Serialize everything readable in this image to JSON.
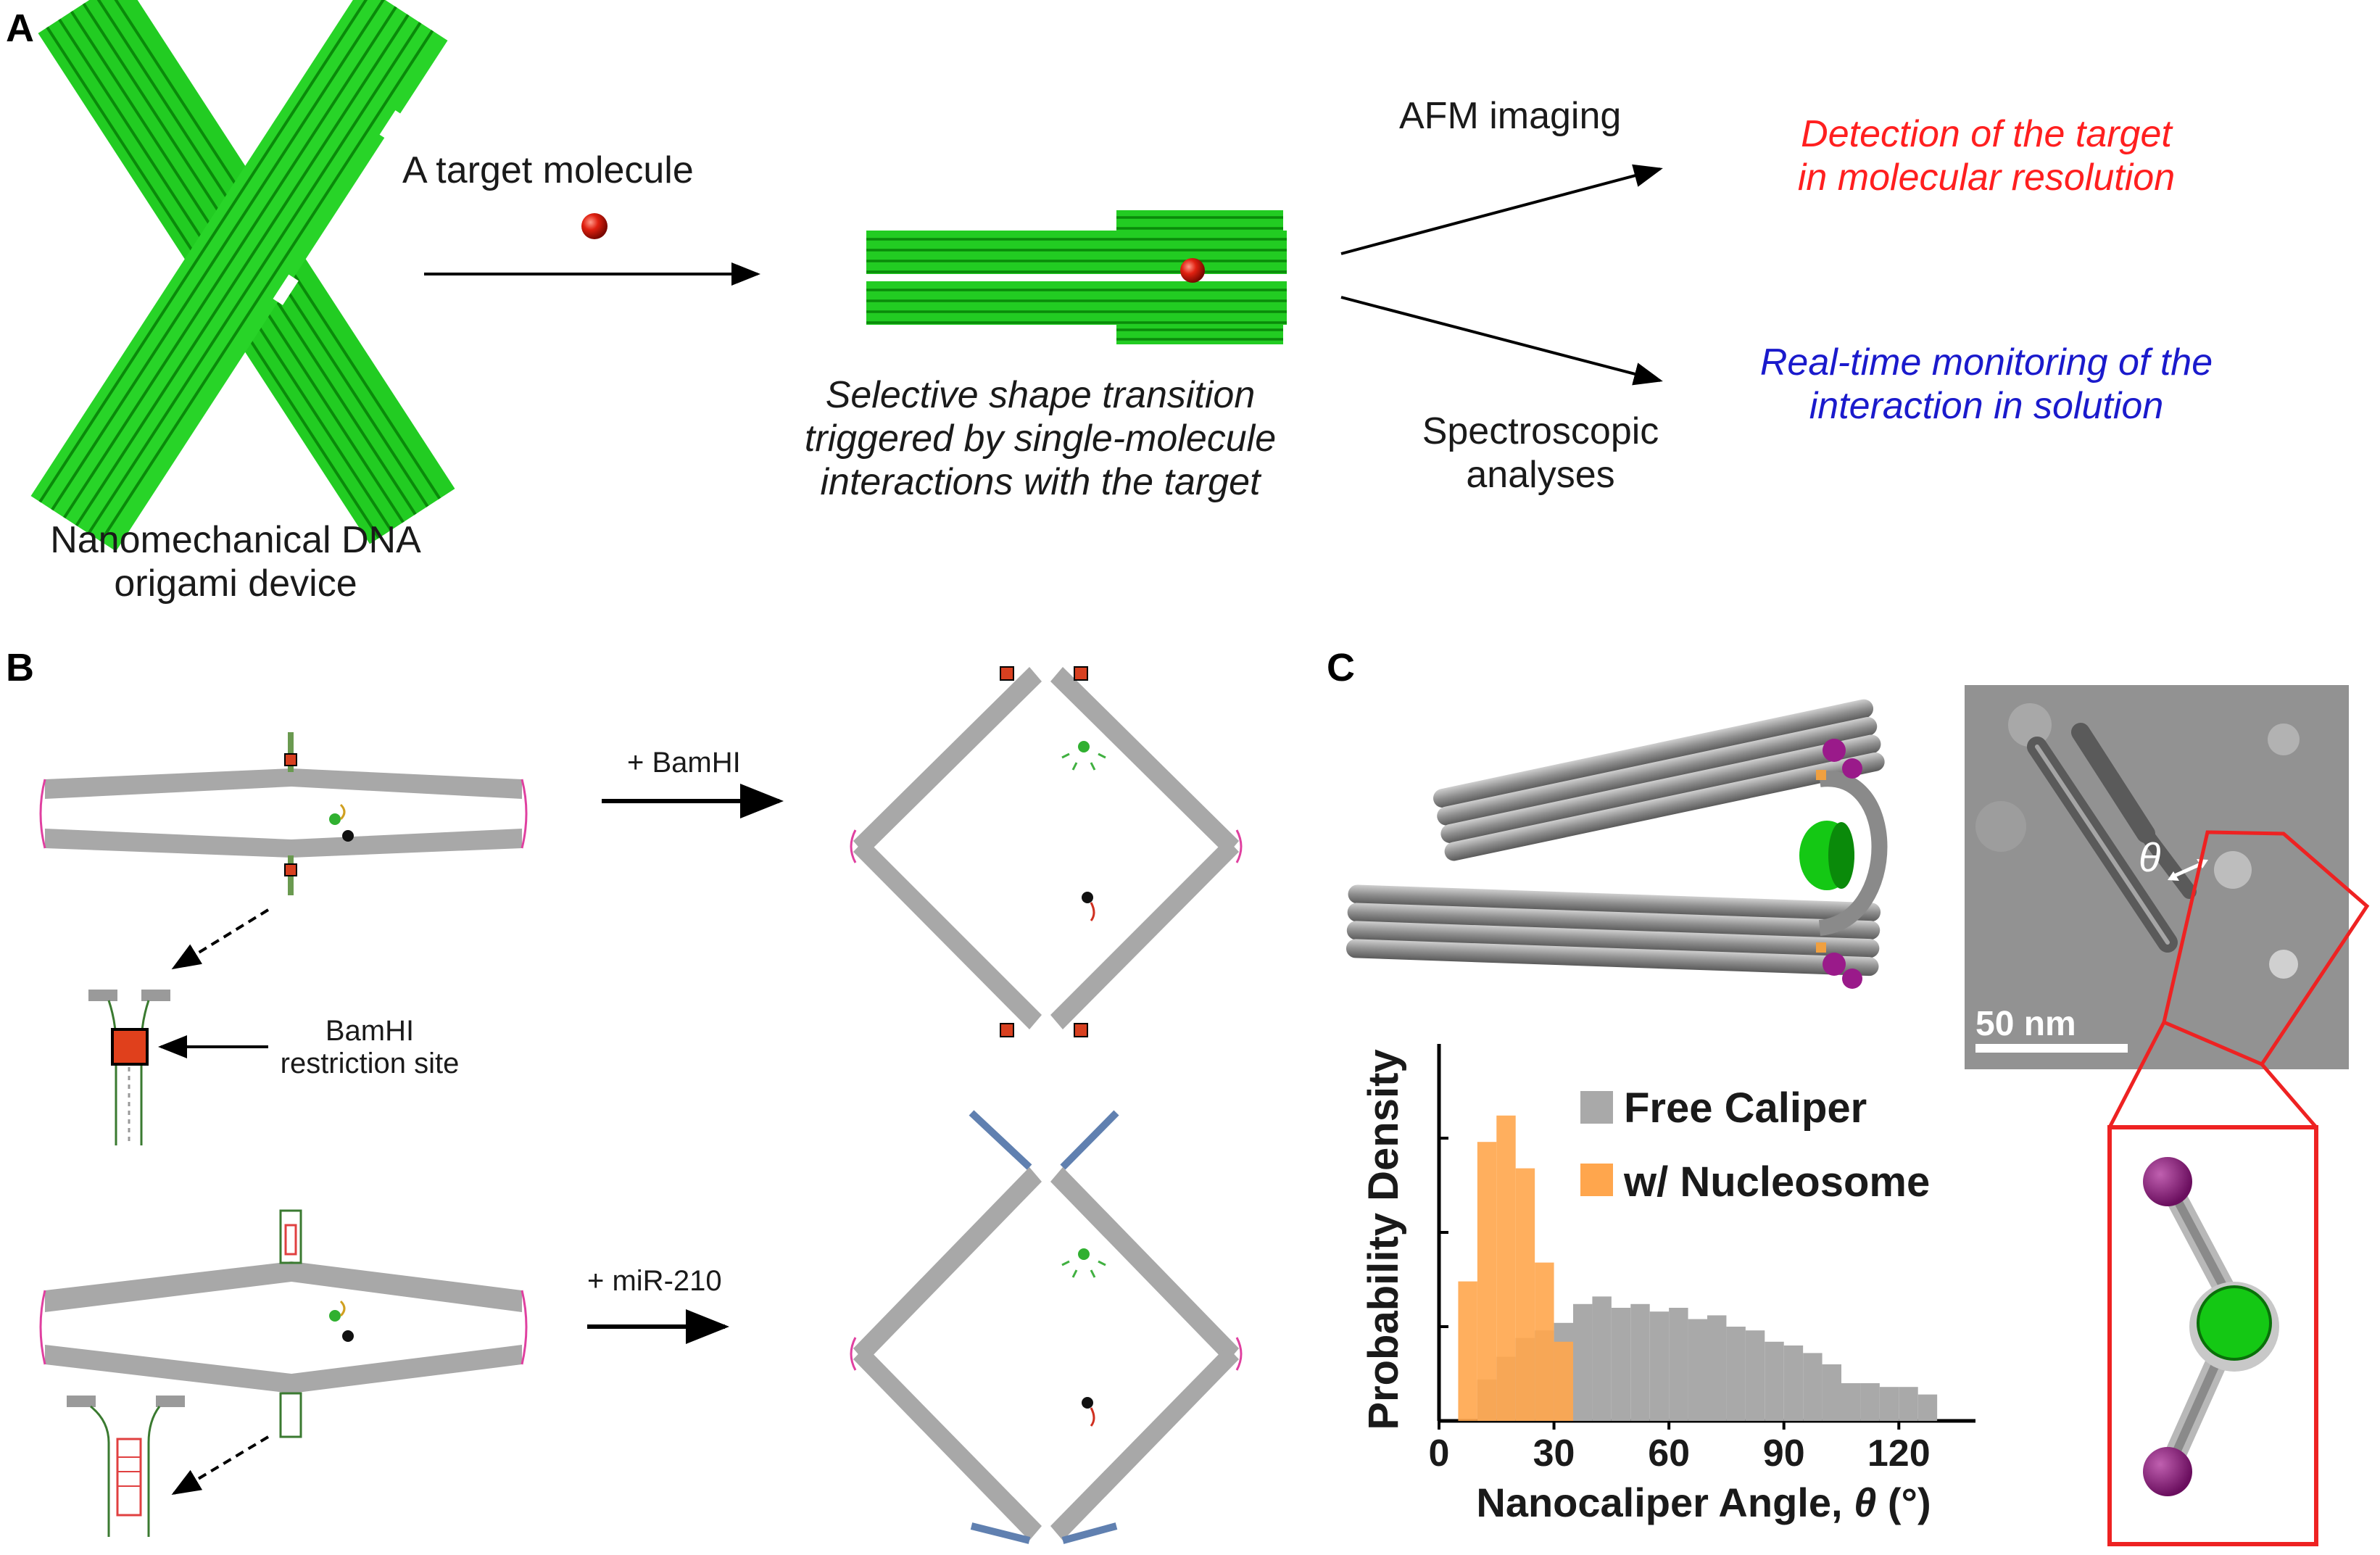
{
  "panels": {
    "a": "A",
    "b": "B",
    "c": "C"
  },
  "panel_a": {
    "device_label_line1": "Nanomechanical DNA",
    "device_label_line2": "origami device",
    "target_label": "A target molecule",
    "transition_line1": "Selective shape transition",
    "transition_line2": "triggered by single-molecule",
    "transition_line3": "interactions with the target",
    "afm_label": "AFM imaging",
    "spectro_line1": "Spectroscopic",
    "spectro_line2": "analyses",
    "detection_line1": "Detection of the target",
    "detection_line2": "in molecular resolution",
    "realtime_line1": "Real-time monitoring of the",
    "realtime_line2": "interaction in solution"
  },
  "panel_b": {
    "bamhi_arrow_label": "+ BamHI",
    "site_line1": "BamHI",
    "site_line2": "restriction site",
    "mir_arrow_label": "+ miR-210"
  },
  "panel_c": {
    "theta_symbol": "θ",
    "scale_bar": "50 nm",
    "colors": {
      "free": "#a9a9a9",
      "nucleosome": "#ffa64d",
      "frame": "#ee2222"
    }
  },
  "chart_data": {
    "type": "bar",
    "ylabel": "Probability Density",
    "xlabel_prefix": "Nanocaliper Angle, ",
    "xlabel_symbol": "θ",
    "xlabel_unit": " (°)",
    "xlim": [
      0,
      140
    ],
    "xticks": [
      "0",
      "30",
      "60",
      "90",
      "120"
    ],
    "xtick_values": [
      0,
      30,
      60,
      90,
      120
    ],
    "ylim": [
      0,
      1
    ],
    "bin_width": 5,
    "series": [
      {
        "name": "Free Caliper",
        "color": "#a9a9a9",
        "x": [
          5,
          10,
          15,
          20,
          25,
          30,
          35,
          40,
          45,
          50,
          55,
          60,
          65,
          70,
          75,
          80,
          85,
          90,
          95,
          100,
          105,
          110,
          115,
          120,
          125
        ],
        "values": [
          0,
          0.11,
          0.17,
          0.22,
          0.24,
          0.26,
          0.31,
          0.33,
          0.3,
          0.31,
          0.29,
          0.3,
          0.27,
          0.28,
          0.25,
          0.24,
          0.21,
          0.2,
          0.18,
          0.15,
          0.1,
          0.1,
          0.09,
          0.09,
          0.07
        ]
      },
      {
        "name": "w/ Nucleosome",
        "color": "#ffa64d",
        "x": [
          5,
          10,
          15,
          20,
          25,
          30
        ],
        "values": [
          0.37,
          0.74,
          0.81,
          0.67,
          0.42,
          0.21
        ]
      }
    ],
    "legend_position": "top-right"
  }
}
